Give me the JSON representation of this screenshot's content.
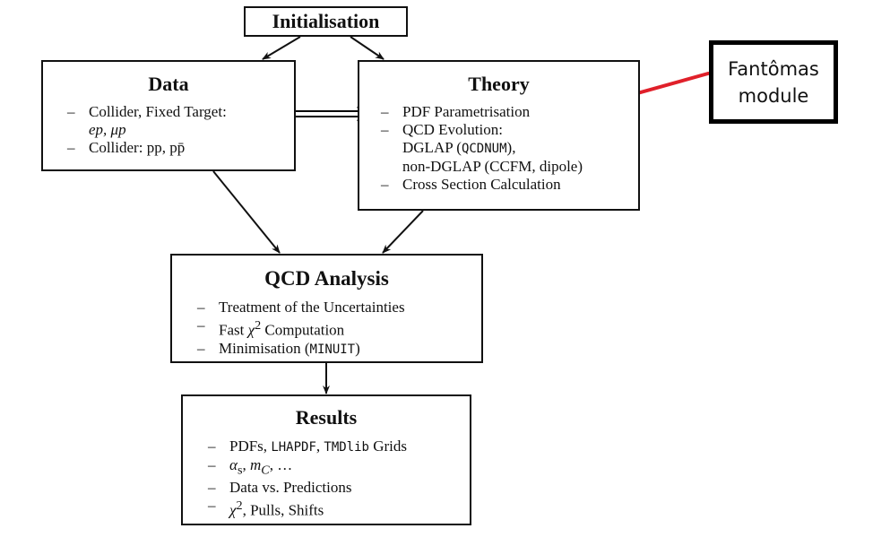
{
  "diagram": {
    "initialisation": {
      "title": "Initialisation"
    },
    "data": {
      "title": "Data",
      "items": [
        {
          "dash": "–",
          "text": "Collider, Fixed Target:"
        },
        {
          "dash": "",
          "text": "ep, μp"
        },
        {
          "dash": "–",
          "text": "Collider: pp, pp̄"
        }
      ]
    },
    "theory": {
      "title": "Theory",
      "items": [
        {
          "dash": "–",
          "text": "PDF Parametrisation"
        },
        {
          "dash": "–",
          "text": "QCD Evolution:"
        },
        {
          "dash": "",
          "text_pre": "DGLAP (",
          "mono": "QCDNUM",
          "text_post": "),"
        },
        {
          "dash": "",
          "text": "non-DGLAP (CCFM, dipole)"
        },
        {
          "dash": "–",
          "text": "Cross Section Calculation"
        }
      ]
    },
    "qcd_analysis": {
      "title": "QCD Analysis",
      "items": [
        {
          "dash": "–",
          "text": "Treatment of the Uncertainties"
        },
        {
          "dash": "–",
          "text_pre": "Fast ",
          "math": "χ",
          "sup": "2",
          "text_post": " Computation"
        },
        {
          "dash": "–",
          "text_pre": "Minimisation (",
          "mono": "MINUIT",
          "text_post": ")"
        }
      ]
    },
    "results": {
      "title": "Results",
      "items": [
        {
          "dash": "–",
          "text_pre": "PDFs, ",
          "mono1": "LHAPDF",
          "mid": ", ",
          "mono2": "TMDlib",
          "text_post": " Grids"
        },
        {
          "dash": "–",
          "math1": "α",
          "sub1": "s",
          "mid": ", ",
          "math2": "m",
          "sub2": "C",
          "text_post": ", …"
        },
        {
          "dash": "–",
          "text": "Data vs. Predictions"
        },
        {
          "dash": "–",
          "math": "χ",
          "sup": "2",
          "text_post": ", Pulls, Shifts"
        }
      ]
    },
    "annotation": {
      "line1": "Fantômas",
      "line2": "module",
      "arrow_color": "#e0202a",
      "points_to": "PDF Parametrisation"
    },
    "edges": [
      {
        "from": "Initialisation",
        "to": "Data"
      },
      {
        "from": "Initialisation",
        "to": "Theory"
      },
      {
        "from": "Data",
        "to": "Theory",
        "bidirectional": true
      },
      {
        "from": "Data",
        "to": "QCD Analysis"
      },
      {
        "from": "Theory",
        "to": "QCD Analysis"
      },
      {
        "from": "QCD Analysis",
        "to": "Results"
      }
    ]
  }
}
